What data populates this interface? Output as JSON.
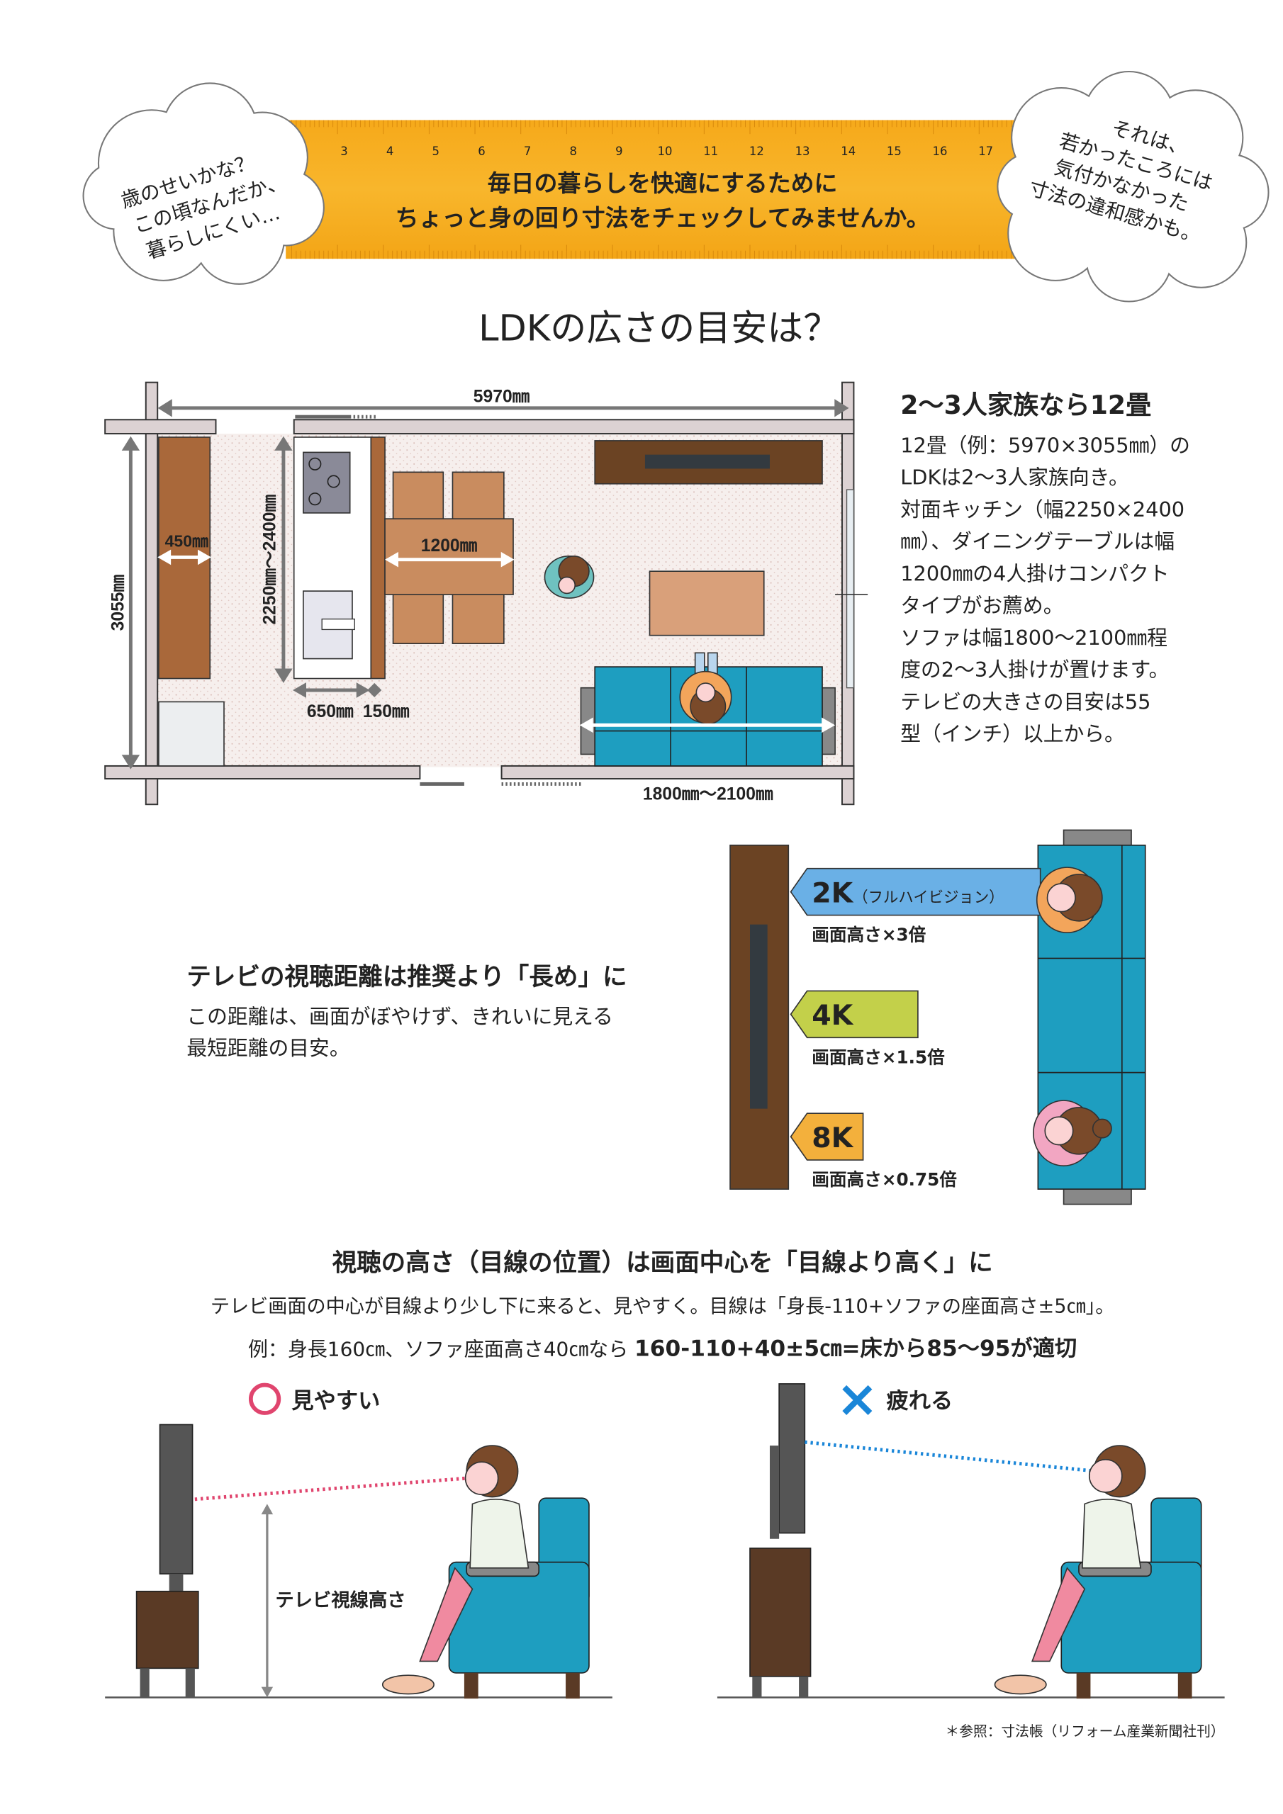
{
  "header": {
    "left_bubble": [
      "歳のせいかな？",
      "この頃なんだか、",
      "暮らしにくい…"
    ],
    "right_bubble": [
      "それは、",
      "若かったころには",
      "気付かなかった",
      "寸法の違和感かも。"
    ],
    "ruler_numbers": [
      "3",
      "4",
      "5",
      "6",
      "7",
      "8",
      "9",
      "10",
      "11",
      "12",
      "13",
      "14",
      "15",
      "16",
      "17"
    ],
    "headline": [
      "毎日の暮らしを快適にするために",
      "ちょっと身の回り寸法をチェックしてみませんか。"
    ]
  },
  "ldk": {
    "title": "LDKの広さの目安は？",
    "dimensions": {
      "width": "5970㎜",
      "depth": "3055㎜",
      "shelf": "450㎜",
      "kitchen": "2250㎜〜2400㎜",
      "table": "1200㎜",
      "counter": "650㎜",
      "counter_edge": "150㎜",
      "sofa": "1800㎜〜2100㎜"
    },
    "heading": "2〜3人家族なら12畳",
    "body": [
      "12畳（例：5970×3055㎜）の",
      "LDKは2〜3人家族向き。",
      "対面キッチン（幅2250×2400",
      "㎜）、ダイニングテーブルは幅",
      "1200㎜の4人掛けコンパクト",
      "タイプがお薦め。",
      "ソファは幅1800〜2100㎜程",
      "度の2〜3人掛けが置けます。",
      "テレビの大きさの目安は55",
      "型（インチ）以上から。"
    ]
  },
  "distance": {
    "heading": "テレビの視聴距離は推奨より「長め」に",
    "body": [
      "この距離は、画面がぼやけず、きれいに見える",
      "最短距離の目安。"
    ],
    "items": [
      {
        "label": "2K",
        "sub": "（フルハイビジョン）",
        "note": "画面高さ×3倍",
        "color": "#6ab0e6"
      },
      {
        "label": "4K",
        "sub": "",
        "note": "画面高さ×1.5倍",
        "color": "#c3d04a"
      },
      {
        "label": "8K",
        "sub": "",
        "note": "画面高さ×0.75倍",
        "color": "#f3b03c"
      }
    ]
  },
  "height": {
    "heading": "視聴の高さ（目線の位置）は画面中心を「目線より高く」に",
    "line1": "テレビ画面の中心が目線より少し下に来ると、見やすく。目線は「身長-110+ソファの座面高さ±5㎝」。",
    "line2_prefix": "例：身長160㎝、ソファ座面高さ40㎝なら ",
    "line2_bold": "160-110+40±5㎝=床から85〜95が適切",
    "good_label": "見やすい",
    "bad_label": "疲れる",
    "eye_height_label": "テレビ視線高さ",
    "good_color": "#e0456e",
    "bad_color": "#1a86d8"
  },
  "footnote": "＊参照：寸法帳（リフォーム産業新聞社刊）"
}
